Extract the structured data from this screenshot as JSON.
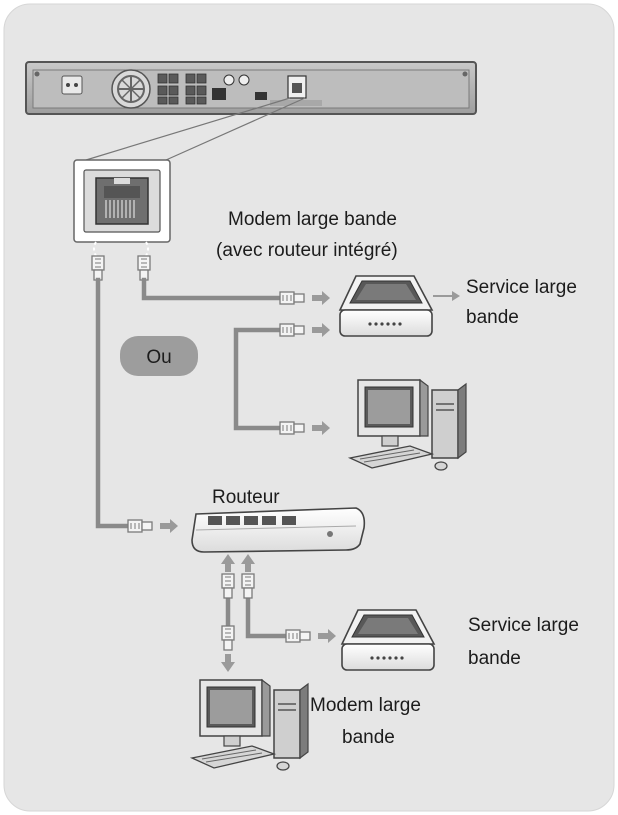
{
  "labels": {
    "modem_top_line1": "Modem large bande",
    "modem_top_line2": "(avec routeur intégré)",
    "service_top_line1": "Service large",
    "service_top_line2": "bande",
    "ou": "Ou",
    "routeur": "Routeur",
    "service_bottom_line1": "Service large",
    "service_bottom_line2": "bande",
    "modem_bottom_line1": "Modem large",
    "modem_bottom_line2": "bande"
  },
  "colors": {
    "panel": "#e6e6e6",
    "cable": "#8a8a8a",
    "arrow": "#9a9a9a",
    "ou_badge": "#9d9d9d"
  }
}
